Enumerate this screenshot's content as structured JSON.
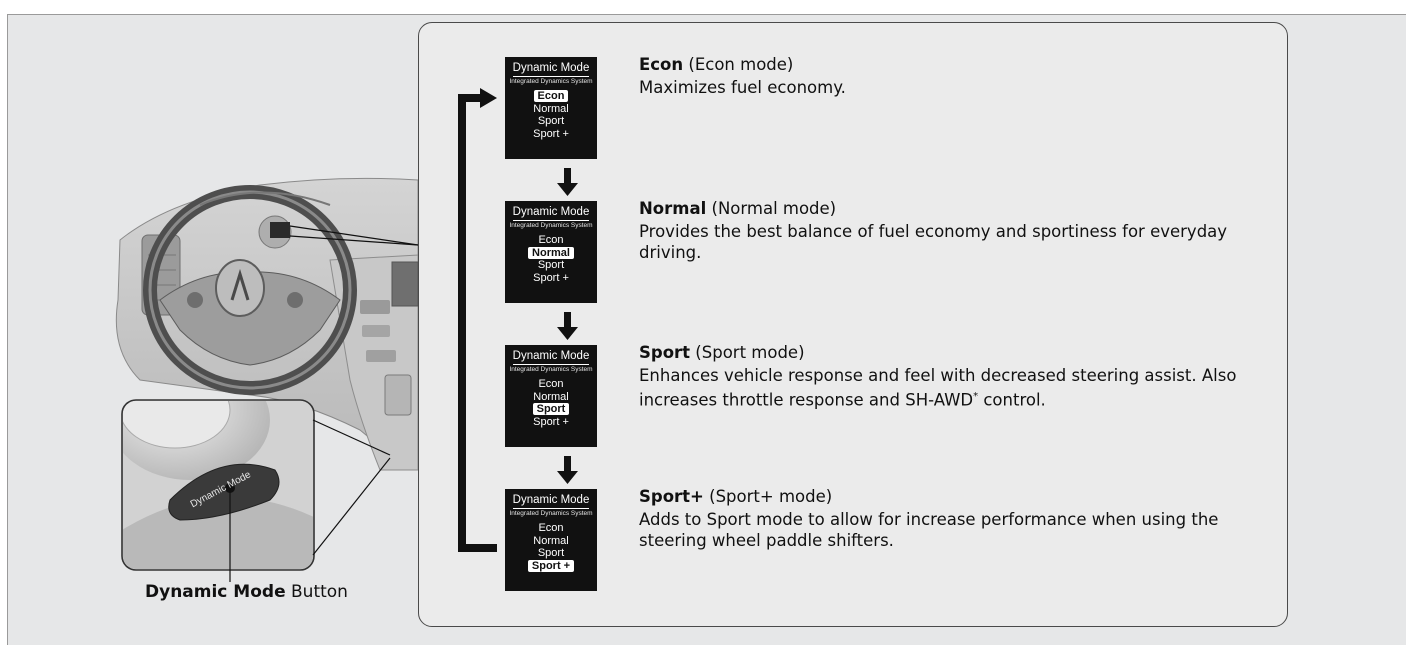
{
  "modes": [
    {
      "screen": {
        "title": "Dynamic Mode",
        "subtitle": "Integrated Dynamics System",
        "options": [
          "Econ",
          "Normal",
          "Sport",
          "Sport +"
        ],
        "selected": 0
      },
      "name": "Econ",
      "name_suffix": " (Econ mode)",
      "description": "Maximizes fuel economy.",
      "footnote_term": "",
      "description_end": ""
    },
    {
      "screen": {
        "title": "Dynamic Mode",
        "subtitle": "Integrated Dynamics System",
        "options": [
          "Econ",
          "Normal",
          "Sport",
          "Sport +"
        ],
        "selected": 1
      },
      "name": "Normal",
      "name_suffix": " (Normal mode)",
      "description": "Provides the best balance of fuel economy and sportiness for everyday driving.",
      "footnote_term": "",
      "description_end": ""
    },
    {
      "screen": {
        "title": "Dynamic Mode",
        "subtitle": "Integrated Dynamics System",
        "options": [
          "Econ",
          "Normal",
          "Sport",
          "Sport +"
        ],
        "selected": 2
      },
      "name": "Sport",
      "name_suffix": " (Sport mode)",
      "description": "Enhances vehicle response and feel with decreased steering assist. Also increases throttle response and SH-AWD",
      "footnote_term": "*",
      "description_end": " control."
    },
    {
      "screen": {
        "title": "Dynamic Mode",
        "subtitle": "Integrated Dynamics System",
        "options": [
          "Econ",
          "Normal",
          "Sport",
          "Sport +"
        ],
        "selected": 3
      },
      "name": "Sport+",
      "name_suffix": " (Sport+ mode)",
      "description": "Adds to Sport mode to allow for increase performance when using the steering wheel paddle shifters.",
      "footnote_term": "",
      "description_end": ""
    }
  ],
  "button_callout": {
    "bold": "Dynamic Mode",
    "rest": " Button"
  },
  "button_engraving": "Dynamic Mode",
  "colors": {
    "panel": "#e6e7e8",
    "screen": "#111111",
    "border": "#4a4a4a"
  }
}
